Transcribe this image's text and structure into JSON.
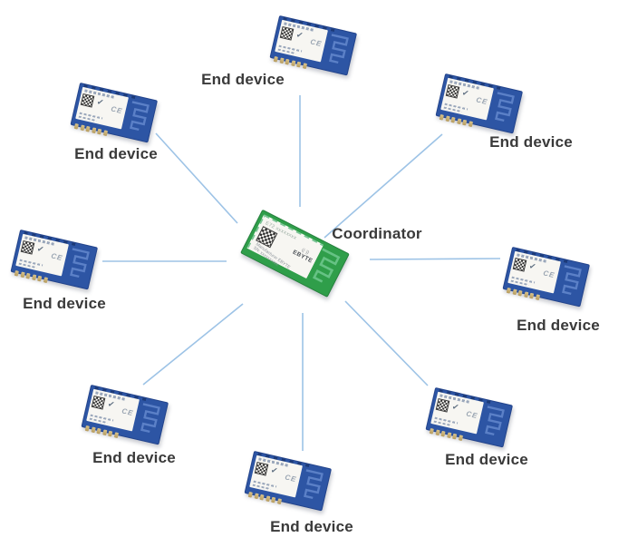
{
  "diagram": {
    "coordinator": {
      "label": "Coordinator",
      "module": {
        "model_text": "E72 xxxxxxxx",
        "logo_waves": "((·))",
        "brand": "EBYTE",
        "mfr_line1": "Manufacturer EBYTE",
        "mfr_line2": "SN: xxxxxxxxxx"
      }
    },
    "end_module": {
      "ce_mark": "CE",
      "logo_glyph": "✓"
    },
    "end_devices": [
      {
        "position": "top",
        "label": "End device"
      },
      {
        "position": "top-left",
        "label": "End device"
      },
      {
        "position": "top-right",
        "label": "End device"
      },
      {
        "position": "left",
        "label": "End device"
      },
      {
        "position": "right",
        "label": "End device"
      },
      {
        "position": "bottom-left",
        "label": "End device"
      },
      {
        "position": "bottom-center",
        "label": "End device"
      },
      {
        "position": "bottom-right",
        "label": "End device"
      }
    ],
    "colors": {
      "line-color": "#9dc3e6",
      "pcb-blue": "#2d55a4",
      "pcb-green": "#2f9e4a",
      "text-color": "#3a3a3a"
    }
  }
}
